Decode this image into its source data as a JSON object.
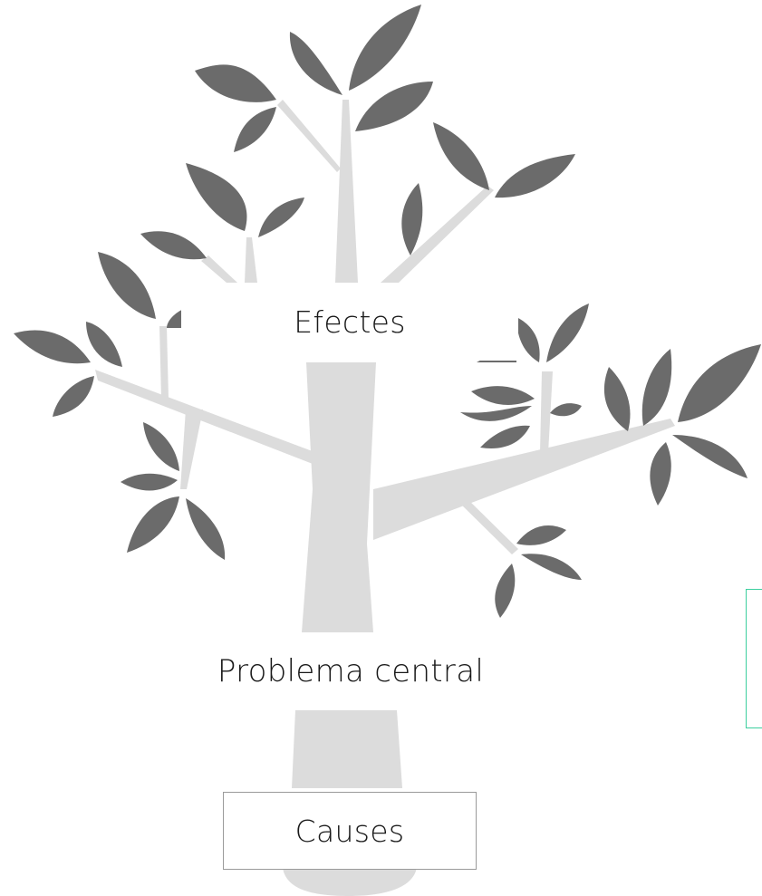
{
  "diagram": {
    "type": "problem-tree",
    "labels": {
      "effects": "Efectes",
      "central_problem": "Problema central",
      "causes": "Causes"
    },
    "colors": {
      "trunk": "#dcdcdc",
      "leaf": "#6b6b6b",
      "frame_accent": "#3ccf9e"
    }
  }
}
